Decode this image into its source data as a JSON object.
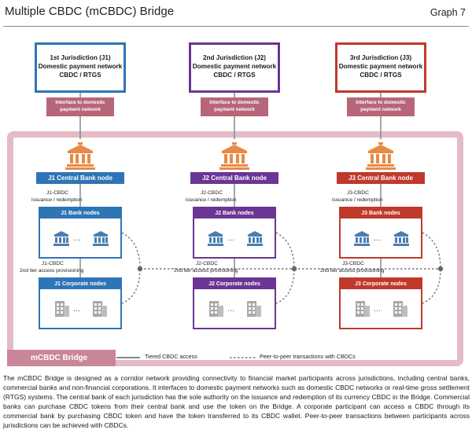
{
  "header": {
    "title": "Multiple CBDC (mCBDC) Bridge",
    "graph_label": "Graph 7"
  },
  "colors": {
    "j1": "#2e75b6",
    "j2": "#6a3595",
    "j3": "#c0392b",
    "interface": "#b7667a",
    "bridge_frame": "#e3bcc7",
    "bridge_label": "#c98698",
    "cb_icon": "#e88a45",
    "bank_icon": "#4a7fb0",
    "corp_icon": "#a9a9a9",
    "connector": "#888888"
  },
  "jurisdictions": [
    {
      "title": "1st Jurisdiction (J1)",
      "network": "Domestic payment network",
      "system": "CBDC / RTGS",
      "interface": [
        "Interface to domestic",
        "payment network"
      ],
      "cb_node": "J1 Central Bank node",
      "issuance": [
        "J1-CBDC",
        "issuance / redemption"
      ],
      "bank_nodes": "J1 Bank nodes",
      "provisioning": [
        "J1-CBDC",
        "2nd tier access provisioning"
      ],
      "corp_nodes": "J1 Corporate nodes"
    },
    {
      "title": "2nd Jurisdiction (J2)",
      "network": "Domestic payment network",
      "system": "CBDC / RTGS",
      "interface": [
        "Interface to domestic",
        "payment network"
      ],
      "cb_node": "J2 Central Bank node",
      "issuance": [
        "J2-CBDC",
        "issuance / redemption"
      ],
      "bank_nodes": "J2 Bank nodes",
      "provisioning": [
        "J2-CBDC",
        "2nd tier access provisioning"
      ],
      "corp_nodes": "J2 Corporate nodes"
    },
    {
      "title": "3rd Jurisdiction (J3)",
      "network": "Domestic payment network",
      "system": "CBDC / RTGS",
      "interface": [
        "Interface to domestic",
        "payment network"
      ],
      "cb_node": "J3 Central Bank node",
      "issuance": [
        "J3-CBDC",
        "issuance / redemption"
      ],
      "bank_nodes": "J3 Bank nodes",
      "provisioning": [
        "J3-CBDC",
        "2nd tier access provisioning"
      ],
      "corp_nodes": "J3 Corporate nodes"
    }
  ],
  "bridge": {
    "label": "mCBDC Bridge"
  },
  "legend": {
    "tiered": "Tiered CBDC access",
    "p2p": "Peer-to-peer transactions with CBDCs"
  },
  "caption": "The mCBDC Bridge is designed as a corridor network providing connectivity to financial market participants across jurisdictions, including central banks, commercial banks and non-financial corporations. It interfaces to domestic payment networks such as domestic CBDC networks or real-time gross settlement (RTGS) systems. The central bank of each jurisdiction has the sole authority on the issuance and redemption of its currency CBDC in the Bridge. Commercial banks can purchase CBDC tokens from their central bank and use the token on the Bridge. A corporate participant can access a CBDC through its commercial bank by purchasing CBDC token and have the token transferred to its CBDC wallet. Peer-to-peer transactions between participants across jurisdictions can be achieved with CBDCs."
}
